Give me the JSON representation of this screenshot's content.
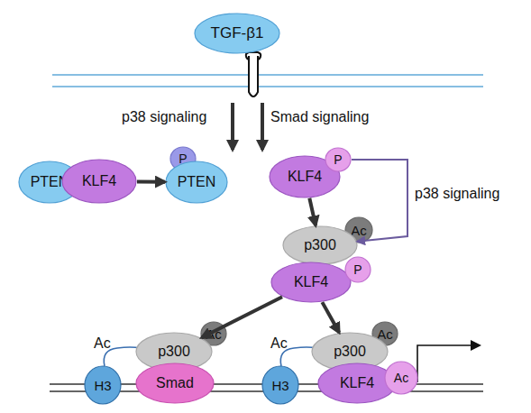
{
  "diagram": {
    "nodes": [
      {
        "text": [
          "TGF-β1"
        ]
      },
      {
        "text": [
          "PTEN"
        ]
      },
      {
        "text": [
          "KLF4"
        ]
      },
      {
        "text": [
          "P"
        ]
      },
      {
        "text": [
          "PTEN"
        ]
      },
      {
        "text": [
          "KLF4"
        ]
      },
      {
        "text": [
          "P"
        ]
      },
      {
        "text": [
          "Ac"
        ]
      },
      {
        "text": [
          "p300"
        ]
      },
      {
        "text": [
          "KLF4"
        ]
      },
      {
        "text": [
          "P"
        ]
      },
      {
        "text": [
          "Ac"
        ]
      },
      {
        "text": [
          "p300"
        ]
      },
      {
        "text": [
          "H3"
        ]
      },
      {
        "text": [
          "Smad"
        ]
      },
      {
        "text": [
          "Ac"
        ]
      },
      {
        "text": [
          "p300"
        ]
      },
      {
        "text": [
          "H3"
        ]
      },
      {
        "text": [
          "KLF4"
        ]
      },
      {
        "text": [
          "Ac"
        ]
      }
    ],
    "edges": [
      {
        "from": 2,
        "to": 4,
        "arrow": "to"
      },
      {
        "from": 6,
        "to": 8,
        "arrow": "to",
        "label": "p38 signaling"
      },
      {
        "from": 5,
        "to": 8,
        "arrow": "to"
      },
      {
        "from": 9,
        "to": 12,
        "arrow": "to"
      },
      {
        "from": 9,
        "to": 16,
        "arrow": "to"
      }
    ],
    "labels": [
      "p38 signaling",
      "Smad signaling",
      "Ac",
      "Ac"
    ]
  }
}
